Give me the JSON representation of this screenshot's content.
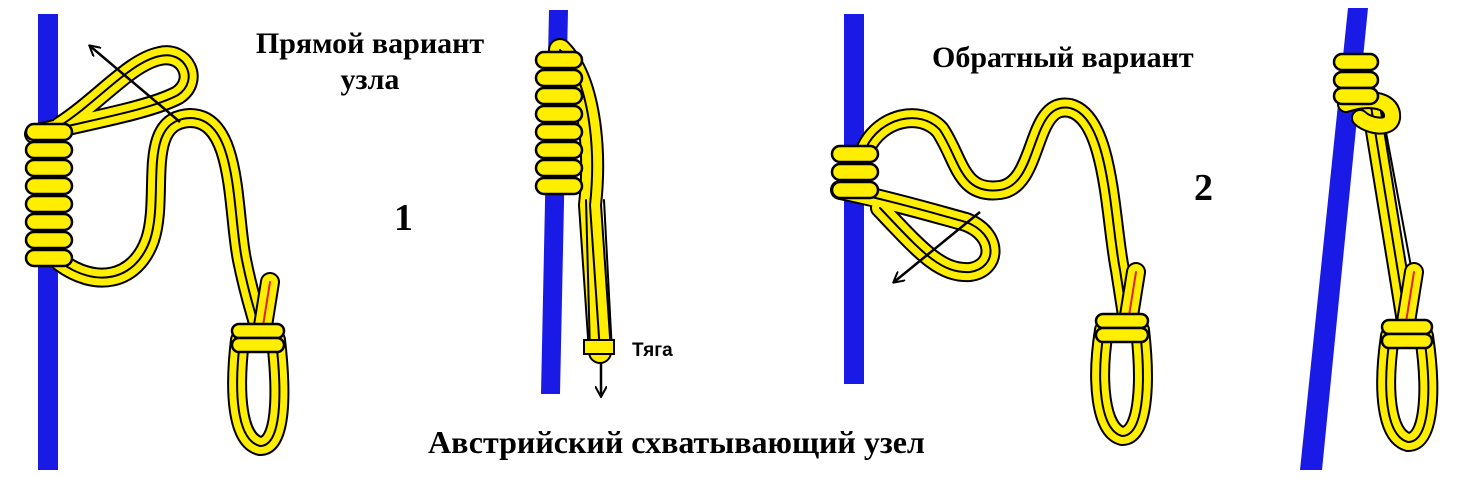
{
  "labels": {
    "direct_line1": "Прямой вариант",
    "direct_line2": "узла",
    "reverse": "Обратный вариант",
    "num_one": "1",
    "num_two": "2",
    "pull": "Тяга",
    "caption": "Австрийский схватывающий узел"
  },
  "colors": {
    "rope": "#ffee00",
    "outline": "#000000",
    "pole": "#1a1ae6",
    "background": "#ffffff",
    "accent": "#e02020"
  }
}
